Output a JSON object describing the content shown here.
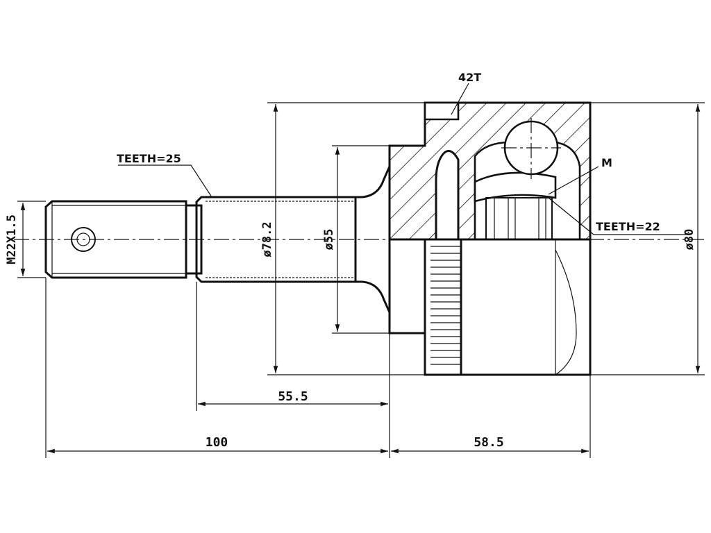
{
  "labels": {
    "spline_shaft_teeth": "TEETH=25",
    "spline_inner_teeth": "TEETH=22",
    "abs_ring": "42T",
    "thread": "M22X1.5",
    "marker": "M"
  },
  "dimensions": {
    "flange_diameter": "ø78.2",
    "shaft_seat_diameter": "ø55",
    "housing_diameter": "ø80",
    "shaft_length": "55.5",
    "overall_shaft_length": "100",
    "housing_length": "58.5"
  }
}
